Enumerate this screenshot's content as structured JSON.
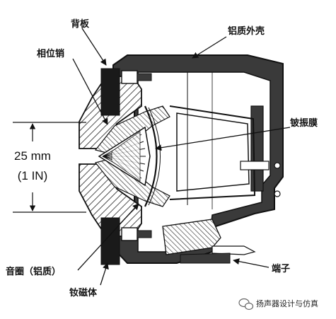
{
  "labels": {
    "back_plate": "背板",
    "aluminum_housing": "铝质外壳",
    "phase_plug": "相位销",
    "beryllium_diaphragm": "铍振膜",
    "voice_coil": "音圈（铝质）",
    "terminal": "端子",
    "neodymium_magnet": "钕磁体"
  },
  "dimension": {
    "metric": "25 mm",
    "imperial": "(1 IN)"
  },
  "watermark": {
    "text": "扬声器设计与仿真",
    "icon": "wechat-icon"
  },
  "colors": {
    "ink": "#111111",
    "housing": "#3a3a3a",
    "magnet": "#1a1a1a",
    "hatch": "#222222",
    "paper": "#ffffff"
  }
}
